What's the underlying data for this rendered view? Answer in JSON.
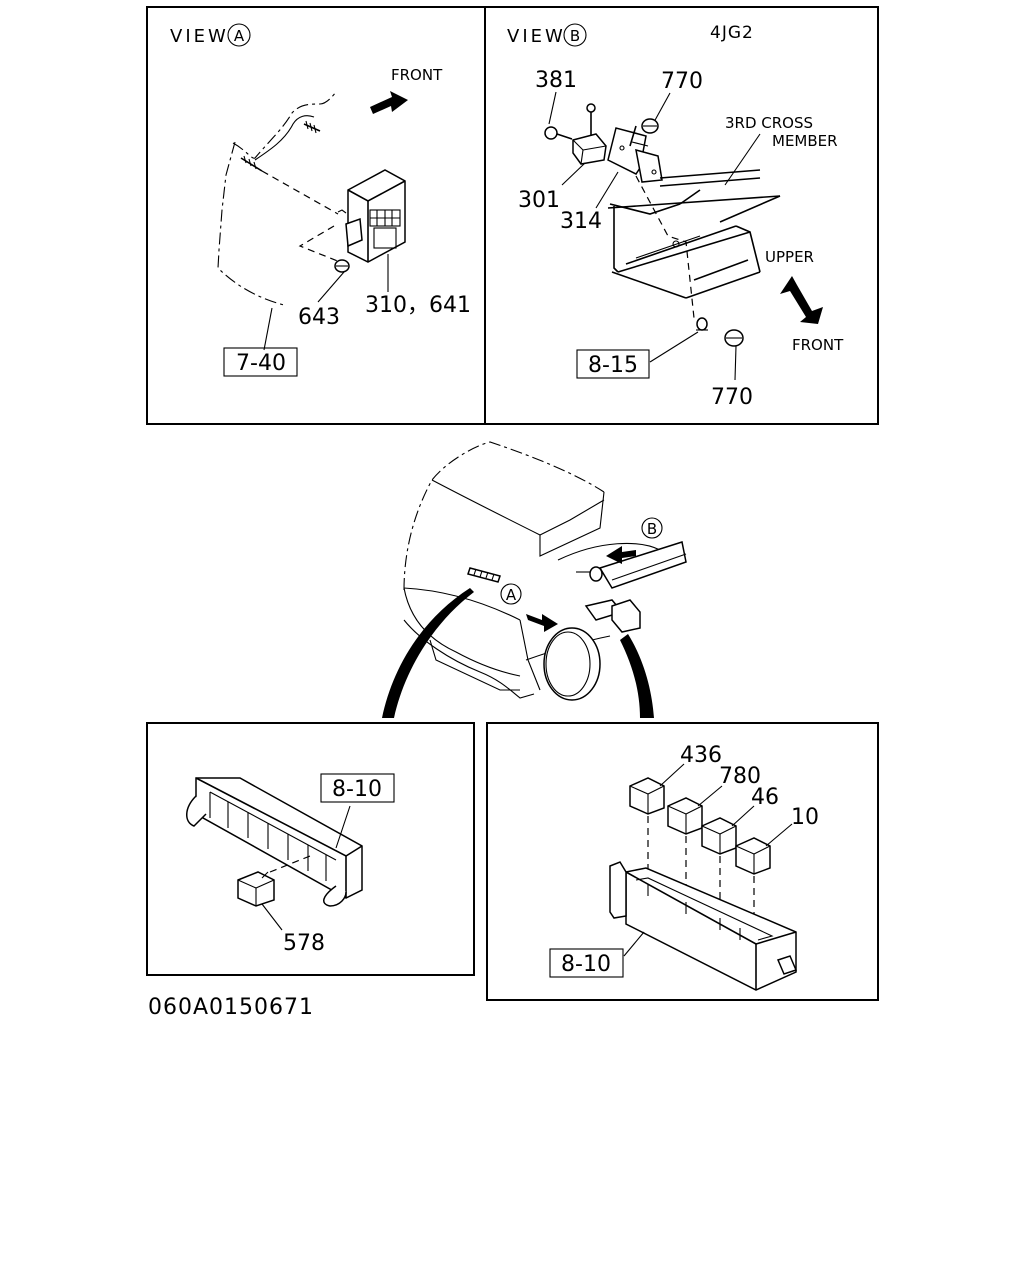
{
  "view_a": {
    "title": "VIEW",
    "badge": "A",
    "front": "FRONT",
    "part_nut": "643",
    "part_unit": "310，641",
    "ref": "7-40"
  },
  "view_b": {
    "title": "VIEW",
    "badge": "B",
    "engine": "4JG2",
    "part_381": "381",
    "part_770_top": "770",
    "cross_member_1": "3RD  CROSS",
    "cross_member_2": "MEMBER",
    "part_301": "301",
    "part_314": "314",
    "upper": "UPPER",
    "front": "FRONT",
    "ref": "8-15",
    "part_770_bottom": "770"
  },
  "truck": {
    "marker_a": "A",
    "marker_b": "B"
  },
  "bottom_left": {
    "ref": "8-10",
    "part_578": "578"
  },
  "bottom_right": {
    "part_436": "436",
    "part_780": "780",
    "part_46": "46",
    "part_10": "10",
    "ref": "8-10"
  },
  "drawing_code": "060A0150671"
}
